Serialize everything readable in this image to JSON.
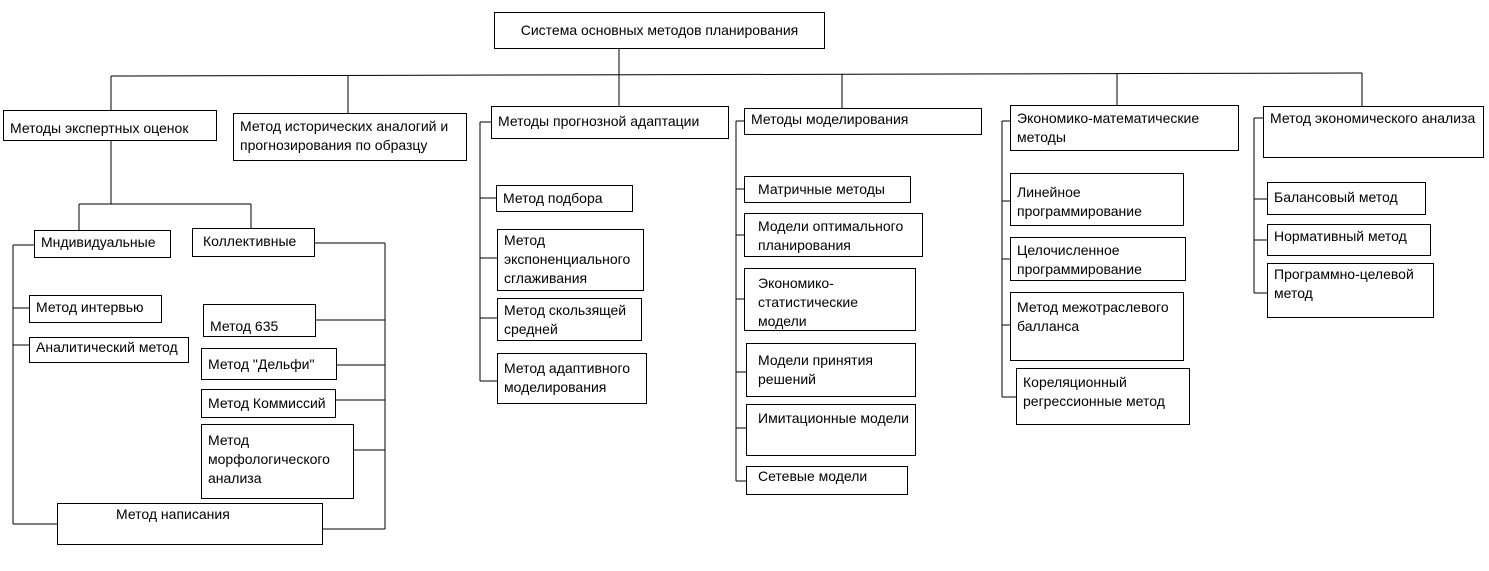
{
  "root": "Система основных методов планирования",
  "col1": {
    "title": "Методы экспертных оценок",
    "individual": "Мндивидуальные",
    "collective": "Коллективные",
    "items_individual": [
      "Метод интервью",
      "Аналитический метод"
    ],
    "items_collective": [
      "Метод 635",
      "Метод \"Дельфи\"",
      "Метод Коммиссий",
      "Метод морфологического анализа"
    ],
    "writing": "Метод написания"
  },
  "col2": {
    "title": "Метод исторических аналогий и прогнозирования по образцу"
  },
  "col3": {
    "title": "Методы прогнозной адаптации",
    "items": [
      "Метод подбора",
      "Метод экспоненциального сглаживания",
      "Метод скользящей средней",
      "Метод адаптивного моделирования"
    ]
  },
  "col4": {
    "title": "Методы моделирования",
    "items": [
      "Матричные методы",
      "Модели оптимального планирования",
      "Экономико-статистические модели",
      "Модели принятия решений",
      "Имитационные модели",
      "Сетевые модели"
    ]
  },
  "col5": {
    "title": "Экономико-математические методы",
    "items": [
      "Линейное программирование",
      "Целочисленное программирование",
      "Метод межотраслевого балланса",
      "Кореляционный регрессионные метод"
    ]
  },
  "col6": {
    "title": "Метод экономического анализа",
    "items": [
      "Балансовый метод",
      "Нормативный метод",
      "Программно-целевой метод"
    ]
  }
}
